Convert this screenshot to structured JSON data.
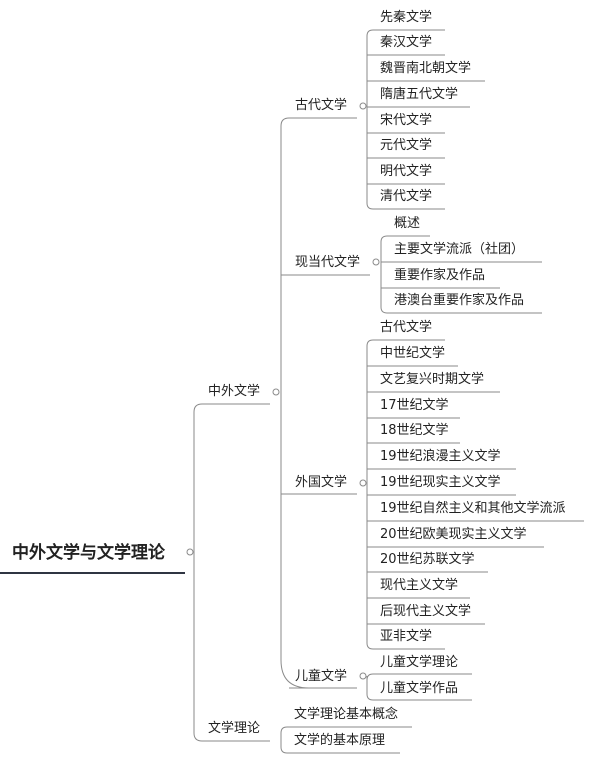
{
  "map": {
    "root": "中外文学与文学理论",
    "branch1": {
      "label": "中外文学",
      "ancient": {
        "label": "古代文学",
        "items": [
          "先秦文学",
          "秦汉文学",
          "魏晋南北朝文学",
          "隋唐五代文学",
          "宋代文学",
          "元代文学",
          "明代文学",
          "清代文学"
        ]
      },
      "modern": {
        "label": "现当代文学",
        "items": [
          "概述",
          "主要文学流派（社团）",
          "重要作家及作品",
          "港澳台重要作家及作品"
        ]
      },
      "foreign": {
        "label": "外国文学",
        "items": [
          "古代文学",
          "中世纪文学",
          "文艺复兴时期文学",
          "17世纪文学",
          "18世纪文学",
          "19世纪浪漫主义文学",
          "19世纪现实主义文学",
          "19世纪自然主义和其他文学流派",
          "20世纪欧美现实主义文学",
          "20世纪苏联文学",
          "现代主义文学",
          "后现代主义文学",
          "亚非文学"
        ]
      },
      "children": {
        "label": "儿童文学",
        "items": [
          "儿童文学理论",
          "儿童文学作品"
        ]
      }
    },
    "branch2": {
      "label": "文学理论",
      "items": [
        "文学理论基本概念",
        "文学的基本原理"
      ]
    }
  }
}
